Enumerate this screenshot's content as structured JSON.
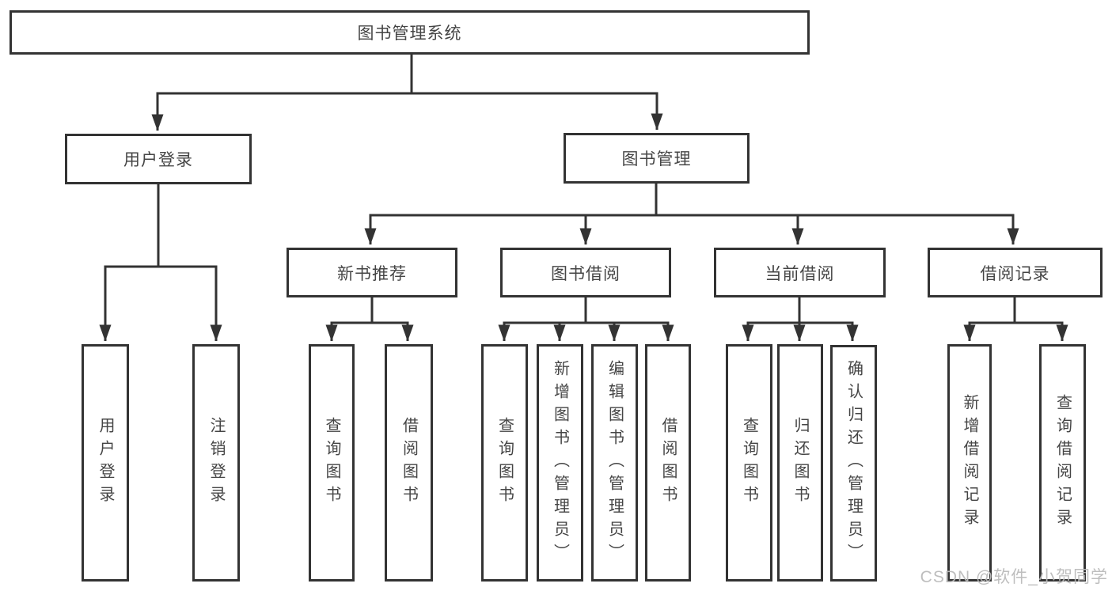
{
  "tree": {
    "label": "图书管理系统",
    "children": [
      {
        "label": "用户登录",
        "children": [
          {
            "label": "用户登录"
          },
          {
            "label": "注销登录"
          }
        ]
      },
      {
        "label": "图书管理",
        "children": [
          {
            "label": "新书推荐",
            "children": [
              {
                "label": "查询图书"
              },
              {
                "label": "借阅图书"
              }
            ]
          },
          {
            "label": "图书借阅",
            "children": [
              {
                "label": "查询图书"
              },
              {
                "label": "新增图书（管理员）"
              },
              {
                "label": "编辑图书（管理员）"
              },
              {
                "label": "借阅图书"
              }
            ]
          },
          {
            "label": "当前借阅",
            "children": [
              {
                "label": "查询图书"
              },
              {
                "label": "归还图书"
              },
              {
                "label": "确认归还（管理员）"
              }
            ]
          },
          {
            "label": "借阅记录",
            "children": [
              {
                "label": "新增借阅记录"
              },
              {
                "label": "查询借阅记录"
              }
            ]
          }
        ]
      }
    ]
  },
  "watermark": "CSDN @软件_小贺同学",
  "colors": {
    "line": "#333333",
    "box_border": "#333333",
    "text": "#454545",
    "watermark": "#bababa",
    "background": "#ffffff"
  }
}
